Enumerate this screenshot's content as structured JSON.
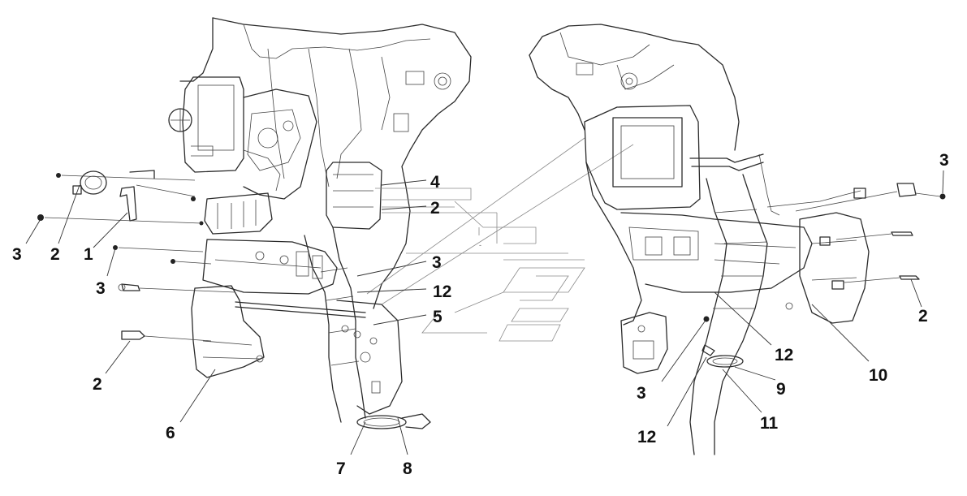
{
  "callouts": {
    "left_4": "4",
    "left_2_right": "2",
    "left_3_right": "3",
    "left_12": "12",
    "left_5": "5",
    "left_3_far": "3",
    "left_2_far": "2",
    "left_1": "1",
    "left_3_mid": "3",
    "left_2_low": "2",
    "left_6": "6",
    "left_7": "7",
    "left_8": "8",
    "right_3_top": "3",
    "right_2": "2",
    "right_10": "10",
    "right_12_upper": "12",
    "right_9": "9",
    "right_11": "11",
    "right_3_low": "3",
    "right_12_low": "12"
  }
}
